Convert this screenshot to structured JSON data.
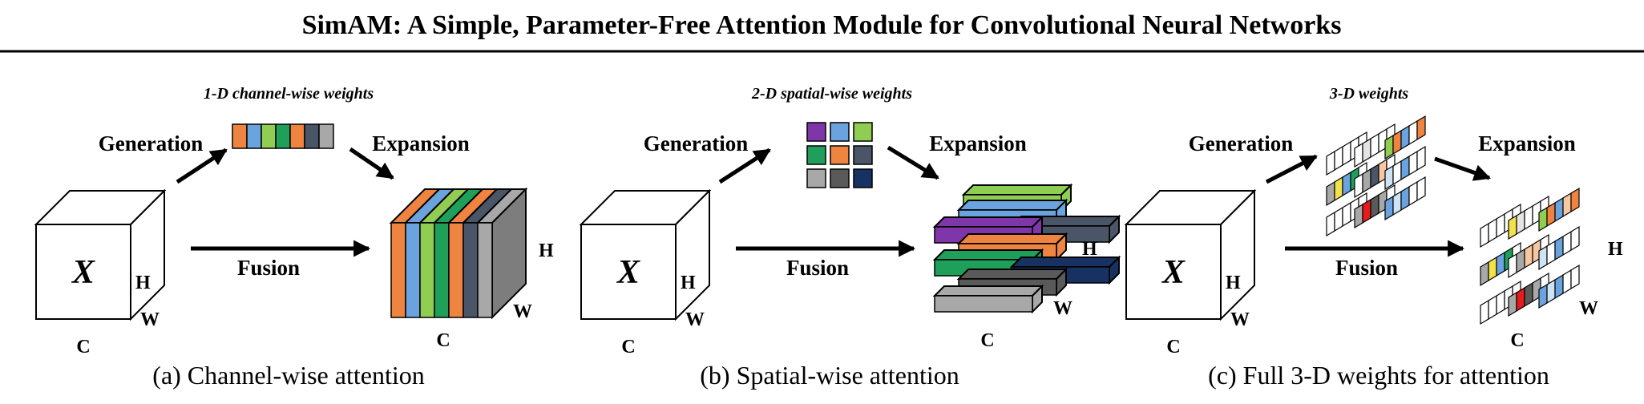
{
  "title": "SimAM: A Simple, Parameter-Free Attention Module for Convolutional Neural Networks",
  "input_symbol": "X",
  "dims": {
    "h": "H",
    "w": "W",
    "c": "C"
  },
  "flow": {
    "generation": "Generation",
    "expansion": "Expansion",
    "fusion": "Fusion"
  },
  "panels": [
    {
      "weights_label": "1-D channel-wise weights",
      "caption": "(a) Channel-wise attention"
    },
    {
      "weights_label": "2-D spatial-wise weights",
      "caption": "(b) Spatial-wise attention"
    },
    {
      "weights_label": "3-D weights",
      "caption": "(c) Full 3-D weights for attention"
    }
  ],
  "palette": {
    "orange": "#ef8440",
    "blue": "#6aa3dd",
    "green": "#8fce52",
    "teal": "#1ea05a",
    "slate": "#4a5668",
    "gray": "#a8a8a8",
    "purple": "#7f36a8",
    "dark_gray": "#5a5a5a",
    "navy": "#173262",
    "red": "#e61b1b",
    "yellow": "#f2e24a",
    "light_blue": "#cfe3f4",
    "peach": "#f6c7a0",
    "pale_gray": "#e4e4e4"
  }
}
